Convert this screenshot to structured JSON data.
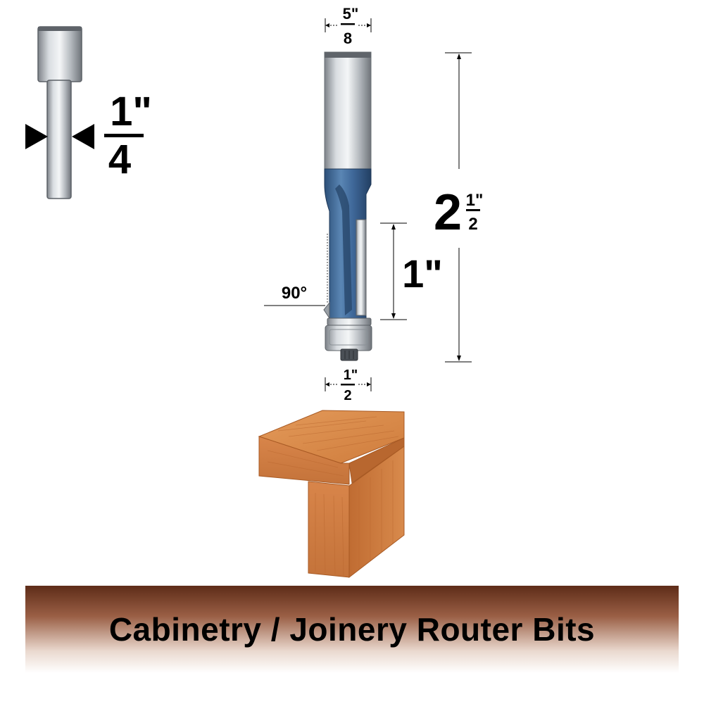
{
  "shank": {
    "numerator": "1\"",
    "denominator": "4"
  },
  "top_width": {
    "numerator": "5\"",
    "denominator": "8"
  },
  "overall_length": {
    "whole": "2",
    "numerator": "1\"",
    "denominator": "2"
  },
  "cut_length": {
    "label": "1\""
  },
  "angle": {
    "label": "90°"
  },
  "bearing_width": {
    "numerator": "1\"",
    "denominator": "2"
  },
  "banner": {
    "title": "Cabinetry / Joinery Router Bits"
  },
  "colors": {
    "bit_blue": "#3f6b9a",
    "steel": "#c8ccd0",
    "wood": "#d98b4a",
    "banner_dark": "#6b3522"
  }
}
